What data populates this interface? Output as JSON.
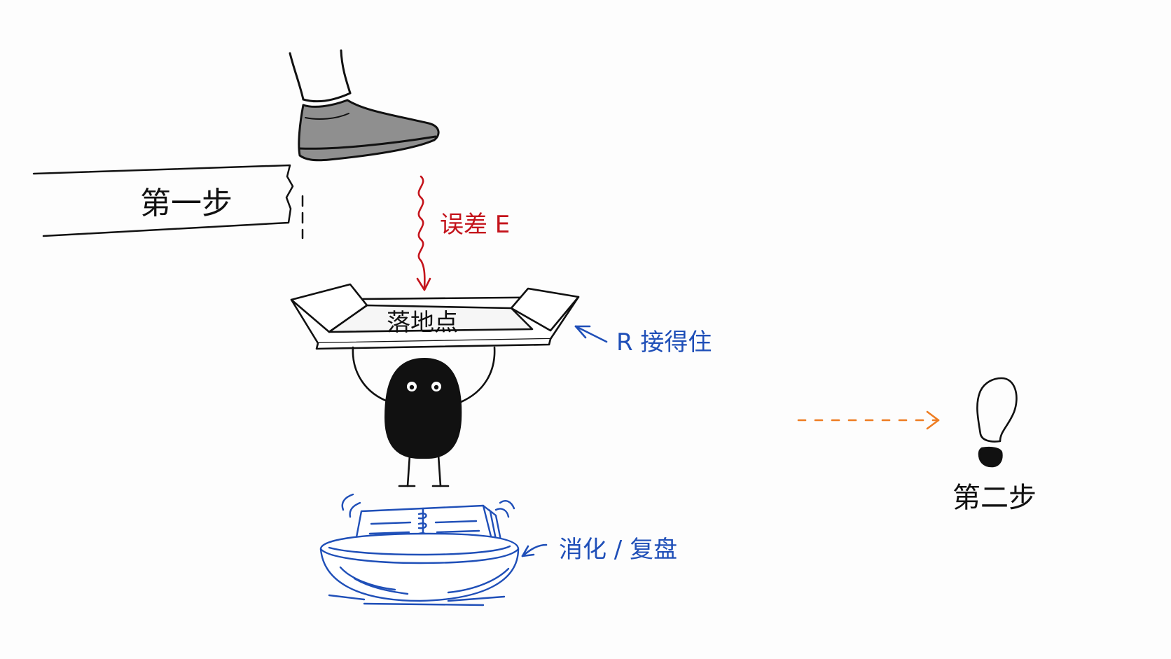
{
  "labels": {
    "step_one": "第一步",
    "error": "误差 E",
    "landing": "落地点",
    "catch": "R 接得住",
    "digest": "消化 / 复盘",
    "step_two": "第二步"
  },
  "colors": {
    "ink": "#111111",
    "error_red": "#c4141c",
    "catch_blue": "#1f4fb8",
    "arrow_orange": "#ee7d22",
    "paper": "#fdfdfd"
  },
  "icons": {
    "shoe": "shoe-icon",
    "footprint": "footprint-icon",
    "notebook": "notebook-icon",
    "bowl": "bowl-icon",
    "creature": "creature-figure"
  }
}
